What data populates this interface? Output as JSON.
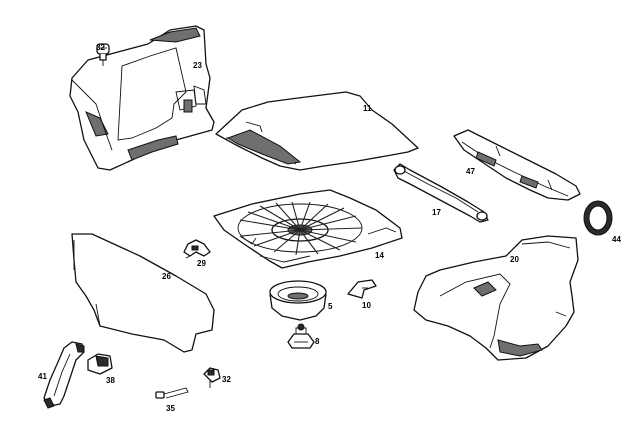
{
  "diagram": {
    "callouts": {
      "p32a": "32",
      "p23": "23",
      "p11": "11",
      "p47": "47",
      "p17": "17",
      "p44": "44",
      "p26": "26",
      "p29": "29",
      "p14": "14",
      "p20": "20",
      "p5": "5",
      "p10": "10",
      "p8": "8",
      "p41": "41",
      "p38": "38",
      "p32b": "32",
      "p35": "35"
    }
  }
}
